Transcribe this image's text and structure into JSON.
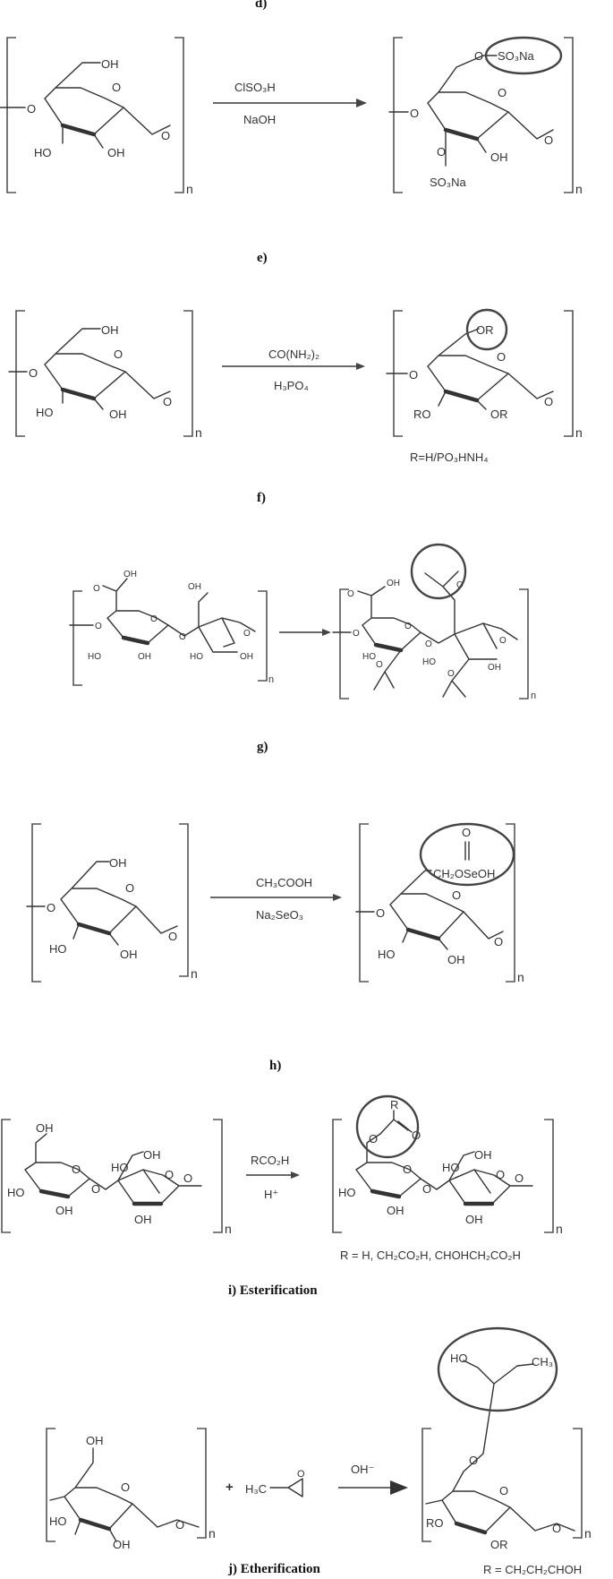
{
  "labels": {
    "d": "d)",
    "e": "e)",
    "f": "f)",
    "g": "g)",
    "h": "h)",
    "i": "i)   Esterification",
    "j": "j)   Etherification"
  },
  "atoms": {
    "OH": "OH",
    "HO": "HO",
    "O": "O",
    "n": "n",
    "RO": "RO",
    "OR": "OR",
    "plus": "+"
  },
  "scheme_d": {
    "reagent_top": "ClSO₃H",
    "reagent_bottom": "NaOH",
    "product_group_1": "SO₃Na",
    "product_group_2": "SO₃Na"
  },
  "scheme_e": {
    "reagent_top": "CO(NH₂)₂",
    "reagent_bottom": "H₃PO₄",
    "product_group": "OR",
    "r_definition": "R=H/PO₃HNH₄"
  },
  "scheme_g": {
    "reagent_top": "CH₃COOH",
    "reagent_bottom": "Na₂SeO₃",
    "product_group": "CH₂OSeOH"
  },
  "scheme_h": {
    "reagent_top": "RCO₂H",
    "reagent_bottom": "H⁺",
    "product_group": "R",
    "r_definition": "R = H, CH₂CO₂H, CHOHCH₂CO₂H"
  },
  "scheme_j": {
    "reagent_left": "H₃C",
    "reagent_arrow": "OH⁻",
    "product_group_ho": "HO",
    "product_group_ch3": "CH₃",
    "r_definition": "R = CH₂CH₂CHOH"
  }
}
